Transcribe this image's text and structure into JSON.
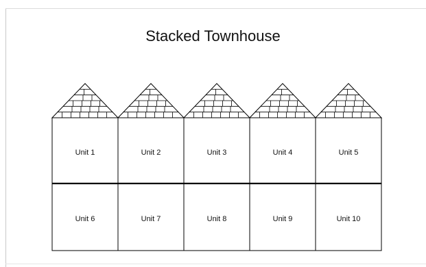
{
  "title": "Stacked Townhouse",
  "units": [
    {
      "label": "Unit 1"
    },
    {
      "label": "Unit 2"
    },
    {
      "label": "Unit 3"
    },
    {
      "label": "Unit 4"
    },
    {
      "label": "Unit 5"
    },
    {
      "label": "Unit 6"
    },
    {
      "label": "Unit 7"
    },
    {
      "label": "Unit 8"
    },
    {
      "label": "Unit 9"
    },
    {
      "label": "Unit 10"
    }
  ],
  "colors": {
    "line": "#000000",
    "fill": "#ffffff",
    "text": "#111111"
  }
}
